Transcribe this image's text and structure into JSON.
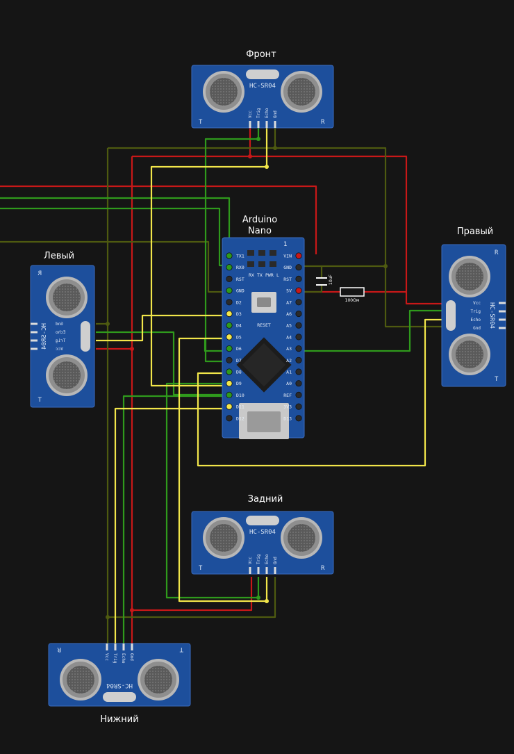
{
  "board": {
    "title_line1": "Arduino",
    "title_line2": "Nano",
    "marker": "1",
    "reset_label": "RESET",
    "top_pins": [
      "RX",
      "TX",
      "PWR",
      "L"
    ],
    "left_pins": [
      "TX1",
      "RX0",
      "RST",
      "GND",
      "D2",
      "D3",
      "D4",
      "D5",
      "D6",
      "D7",
      "D8",
      "D9",
      "D10",
      "D11",
      "D12"
    ],
    "right_pins": [
      "VIN",
      "GND",
      "RST",
      "5V",
      "A7",
      "A6",
      "A5",
      "A4",
      "A3",
      "A2",
      "A1",
      "A0",
      "REF",
      "3V3",
      "D13"
    ]
  },
  "sensors": {
    "front": {
      "title": "Фронт",
      "model": "HC-SR04",
      "t": "T",
      "r": "R",
      "pins": [
        "Vcc",
        "Trig",
        "Echo",
        "Gnd"
      ]
    },
    "back": {
      "title": "Задний",
      "model": "HC-SR04",
      "t": "T",
      "r": "R",
      "pins": [
        "Vcc",
        "Trig",
        "Echo",
        "Gnd"
      ]
    },
    "left": {
      "title": "Левый",
      "model": "HC-SR04",
      "t": "T",
      "r": "R",
      "pins": [
        "Gnd",
        "Echo",
        "Trig",
        "Vcc"
      ]
    },
    "right": {
      "title": "Правый",
      "model": "HC-SR04",
      "t": "T",
      "r": "R",
      "pins": [
        "Vcc",
        "Trig",
        "Echo",
        "Gnd"
      ]
    },
    "bottom": {
      "title": "Нижний",
      "model": "HC-SR04",
      "t": "T",
      "r": "R",
      "pins": [
        "Gnd",
        "Echo",
        "Trig",
        "Vcc"
      ]
    }
  },
  "components": {
    "capacitor": "10uF",
    "resistor": "100Ом"
  },
  "colors": {
    "background": "#151515",
    "wire_power": "#c81818",
    "wire_ground": "#4e5a10",
    "wire_trig": "#2f9a1c",
    "wire_echo": "#f2e64a",
    "pcb": "#1d4f9c"
  }
}
